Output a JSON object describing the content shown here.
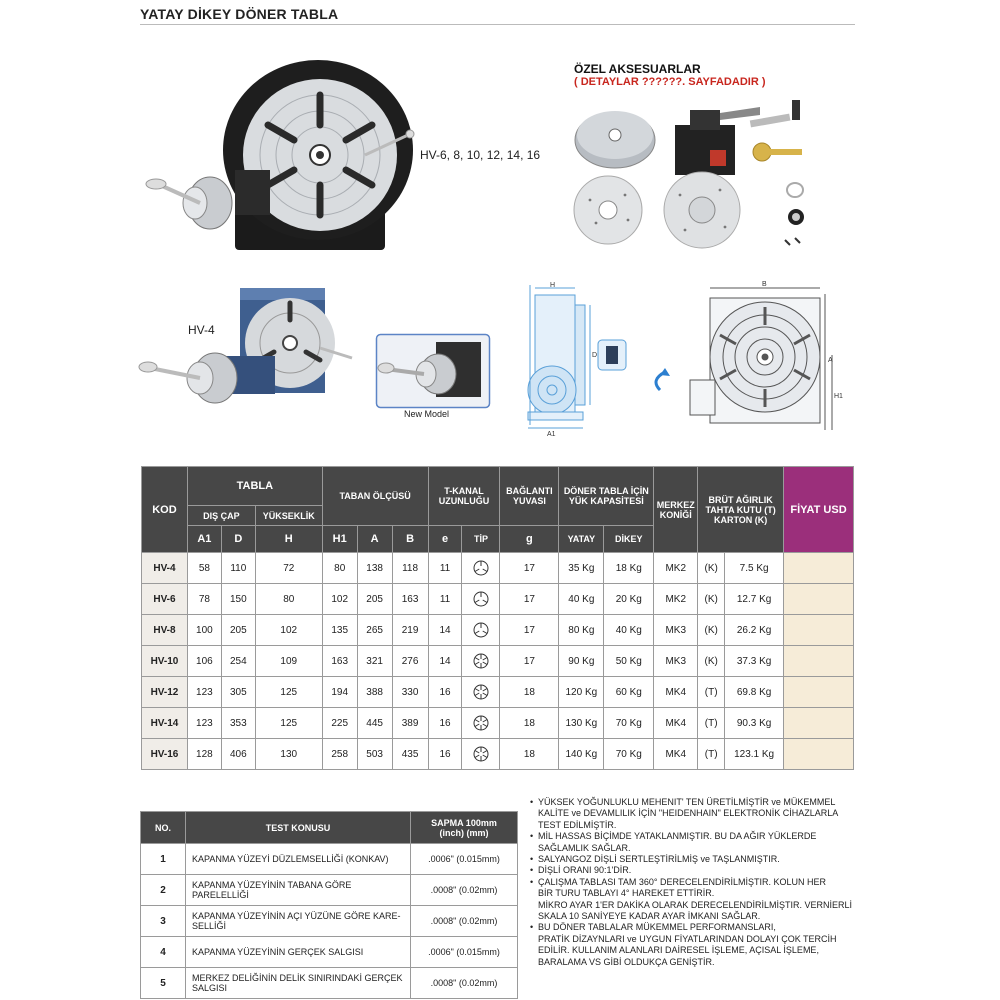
{
  "page": {
    "title": "YATAY DİKEY DÖNER TABLA"
  },
  "accessories": {
    "title": "ÖZEL AKSESUARLAR",
    "subtitle": "( DETAYLAR ??????. SAYFADADIR )"
  },
  "models": {
    "main_label": "HV-6, 8, 10, 12, 14, 16",
    "small_label": "HV-4",
    "new_model_caption": "New Model"
  },
  "drawing_labels": {
    "h": "H",
    "a1": "A1",
    "d": "D",
    "b": "B",
    "a": "A",
    "h1": "H1"
  },
  "spec_table": {
    "headers": {
      "kod": "KOD",
      "tabla": "TABLA",
      "dis_cap": "DIŞ ÇAP",
      "yukseklik": "YÜKSEKLİK",
      "a1": "A1",
      "d": "D",
      "h": "H",
      "taban": "TABAN ÖLÇÜSÜ",
      "h1": "H1",
      "a": "A",
      "b": "B",
      "tkanal": "T-KANAL UZUNLUĞU",
      "e": "e",
      "tip": "TİP",
      "baglanti": "BAĞLANTI YUVASI",
      "g": "g",
      "kapasite": "DÖNER TABLA İÇİN YÜK KAPASİTESİ",
      "yatay": "YATAY",
      "dikey": "DİKEY",
      "merkez": "MERKEZ KONİĞİ",
      "brut": "BRÜT AĞIRLIK TAHTA KUTU (T) KARTON (K)",
      "fiyat": "FİYAT USD"
    },
    "rows": [
      {
        "kod": "HV-4",
        "a1": "58",
        "d": "110",
        "h": "72",
        "h1": "80",
        "a": "138",
        "b": "118",
        "e": "11",
        "tip": "3",
        "g": "17",
        "yatay": "35 Kg",
        "dikey": "18 Kg",
        "mk": "MK2",
        "box": "(K)",
        "weight": "7.5 Kg",
        "price": ""
      },
      {
        "kod": "HV-6",
        "a1": "78",
        "d": "150",
        "h": "80",
        "h1": "102",
        "a": "205",
        "b": "163",
        "e": "11",
        "tip": "3",
        "g": "17",
        "yatay": "40 Kg",
        "dikey": "20 Kg",
        "mk": "MK2",
        "box": "(K)",
        "weight": "12.7 Kg",
        "price": ""
      },
      {
        "kod": "HV-8",
        "a1": "100",
        "d": "205",
        "h": "102",
        "h1": "135",
        "a": "265",
        "b": "219",
        "e": "14",
        "tip": "3",
        "g": "17",
        "yatay": "80 Kg",
        "dikey": "40 Kg",
        "mk": "MK3",
        "box": "(K)",
        "weight": "26.2 Kg",
        "price": ""
      },
      {
        "kod": "HV-10",
        "a1": "106",
        "d": "254",
        "h": "109",
        "h1": "163",
        "a": "321",
        "b": "276",
        "e": "14",
        "tip": "6",
        "g": "17",
        "yatay": "90 Kg",
        "dikey": "50 Kg",
        "mk": "MK3",
        "box": "(K)",
        "weight": "37.3 Kg",
        "price": ""
      },
      {
        "kod": "HV-12",
        "a1": "123",
        "d": "305",
        "h": "125",
        "h1": "194",
        "a": "388",
        "b": "330",
        "e": "16",
        "tip": "6",
        "g": "18",
        "yatay": "120 Kg",
        "dikey": "60 Kg",
        "mk": "MK4",
        "box": "(T)",
        "weight": "69.8 Kg",
        "price": ""
      },
      {
        "kod": "HV-14",
        "a1": "123",
        "d": "353",
        "h": "125",
        "h1": "225",
        "a": "445",
        "b": "389",
        "e": "16",
        "tip": "6",
        "g": "18",
        "yatay": "130 Kg",
        "dikey": "70 Kg",
        "mk": "MK4",
        "box": "(T)",
        "weight": "90.3 Kg",
        "price": ""
      },
      {
        "kod": "HV-16",
        "a1": "128",
        "d": "406",
        "h": "130",
        "h1": "258",
        "a": "503",
        "b": "435",
        "e": "16",
        "tip": "6",
        "g": "18",
        "yatay": "140 Kg",
        "dikey": "70 Kg",
        "mk": "MK4",
        "box": "(T)",
        "weight": "123.1 Kg",
        "price": ""
      }
    ]
  },
  "test_table": {
    "headers": {
      "no": "NO.",
      "topic": "TEST KONUSU",
      "dev_line1": "SAPMA 100mm",
      "dev_line2": "(inch) (mm)"
    },
    "rows": [
      {
        "no": "1",
        "line1": "KAPANMA YÜZEYİ DÜZLEMSELLİĞİ (KONKAV)",
        "line2": "",
        "dev": ".0006\" (0.015mm)"
      },
      {
        "no": "2",
        "line1": "KAPANMA YÜZEYİNİN TABANA GÖRE PARELELLİĞİ",
        "line2": "",
        "dev": ".0008\" (0.02mm)"
      },
      {
        "no": "3",
        "line1": "KAPANMA YÜZEYİNİN AÇI YÜZÜNE GÖRE KARE-",
        "line2": "SELLİĞİ",
        "dev": ".0008\" (0.02mm)"
      },
      {
        "no": "4",
        "line1": "KAPANMA YÜZEYİNİN GERÇEK SALGISI",
        "line2": "",
        "dev": ".0006\" (0.015mm)"
      },
      {
        "no": "5",
        "line1": "MERKEZ DELİĞİNİN DELİK SINIRINDAKİ GERÇEK",
        "line2": "SALGISI",
        "dev": ".0008\" (0.02mm)"
      }
    ]
  },
  "features": [
    [
      "YÜKSEK YOĞUNLUKLU MEHENIT' TEN ÜRETİLMİŞTİR ve MÜKEMMEL",
      "KALİTE ve DEVAMLILIK İÇİN \"HEIDENHAIN\" ELEKTRONİK CİHAZLARLA",
      "TEST EDİLMİŞTİR."
    ],
    [
      "MİL HASSAS BİÇİMDE YATAKLANMIŞTIR. BU DA AĞIR YÜKLERDE",
      "SAĞLAMLIK SAĞLAR."
    ],
    [
      "SALYANGOZ DİŞLİ SERTLEŞTİRİLMİŞ ve TAŞLANMIŞTIR."
    ],
    [
      "DİŞLİ ORANI 90:1'DİR."
    ],
    [
      "ÇALIŞMA TABLASI TAM 360° DERECELENDİRİLMİŞTIR. KOLUN HER",
      "BİR TURU  TABLAYI 4° HAREKET ETTİRİR.",
      "MİKRO AYAR 1'ER DAKİKA OLARAK DERECELENDİRİLMİŞTIR. VERNİERLİ",
      "SKALA 10 SANİYEYE KADAR AYAR İMKANI SAĞLAR."
    ],
    [
      "BU DÖNER TABLALAR MÜKEMMEL PERFORMANSLARI,",
      "PRATİK DİZAYNLARI  ve UYGUN FİYATLARINDAN DOLAYI ÇOK TERCİH",
      "EDİLİR. KULLANIM ALANLARI DAİRESEL İŞLEME, AÇISAL İŞLEME,",
      "BARALAMA VS GİBİ OLDUKÇA GENİŞTİR."
    ]
  ]
}
